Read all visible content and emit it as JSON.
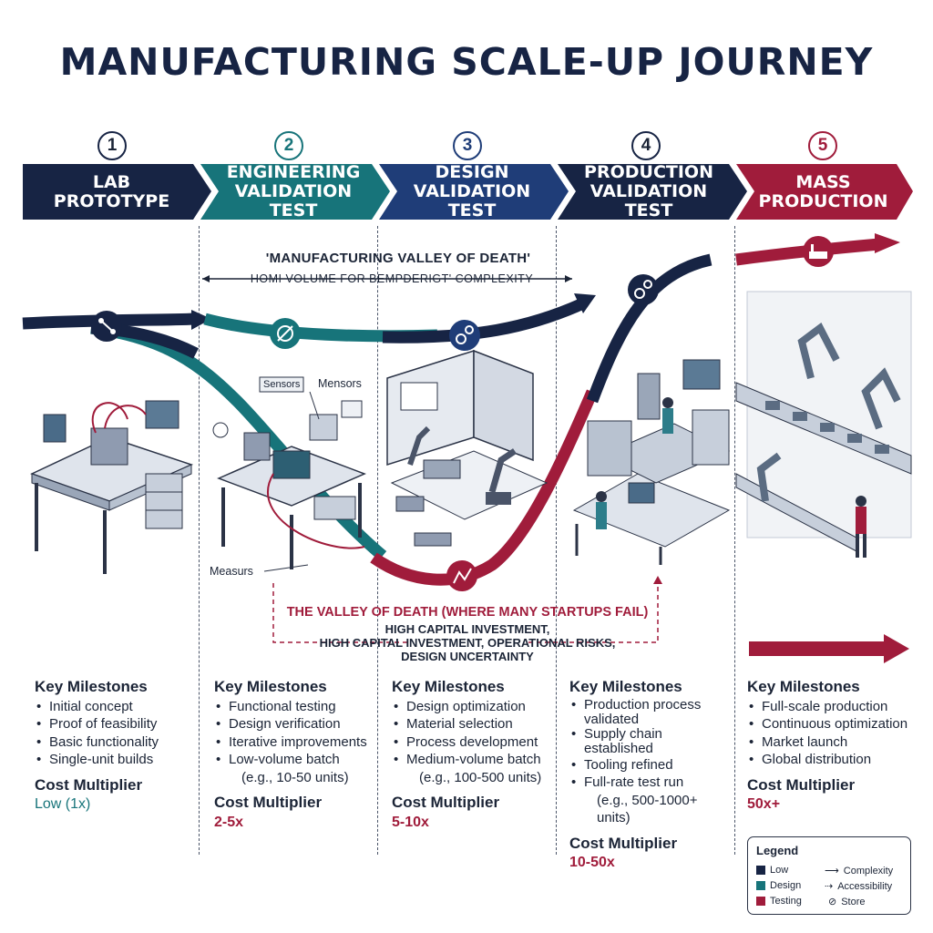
{
  "title": "MANUFACTURING SCALE-UP JOURNEY",
  "stages": [
    {
      "num": "1",
      "line1": "LAB",
      "line2": "PROTOTYPE",
      "color": "#172444"
    },
    {
      "num": "2",
      "line1": "ENGINEERING",
      "line2": "VALIDATION TEST",
      "color": "#17747a"
    },
    {
      "num": "3",
      "line1": "DESIGN",
      "line2": "VALIDATION TEST",
      "color": "#1f3d78"
    },
    {
      "num": "4",
      "line1": "PRODUCTION",
      "line2": "VALIDATION TEST",
      "color": "#172444"
    },
    {
      "num": "5",
      "line1": "MASS",
      "line2": "PRODUCTION",
      "color": "#a01c3b"
    }
  ],
  "valley": {
    "title": "'MANUFACTURING VALLEY OF DEATH'",
    "subtitle": "HOMI VOLUME FOR BEMPDERIGT' COMPLEXITY",
    "fail_title": "THE VALLEY OF DEATH (WHERE MANY STARTUPS FAIL)",
    "fail_line1": "HIGH CAPITAL INVESTMENT,",
    "fail_line2": "HIGH CAPITAL INVESTMENT, OPERATIONAL RISKS,",
    "fail_line3": "DESIGN UNCERTAINTY"
  },
  "illustration_labels": {
    "sensors": "Sensors",
    "mensors": "Mensors",
    "measurs": "Measurs"
  },
  "columns": [
    {
      "heading": "Key Milestones",
      "items": [
        "Initial concept",
        "Proof of feasibility",
        "Basic functionality",
        "Single-unit builds"
      ],
      "cost_label": "Cost Multiplier",
      "cost_value": "Low (1x)",
      "cost_color": "#17747a"
    },
    {
      "heading": "Key Milestones",
      "items": [
        "Functional testing",
        "Design verification",
        "Iterative improvements",
        "Low-volume batch"
      ],
      "sub": "(e.g., 10-50 units)",
      "cost_label": "Cost Multiplier",
      "cost_value": "2-5x",
      "cost_color": "#a01c3b"
    },
    {
      "heading": "Key Milestones",
      "items": [
        "Design optimization",
        "Material selection",
        "Process development",
        "Medium-volume batch"
      ],
      "sub": "(e.g., 100-500 units)",
      "cost_label": "Cost Multiplier",
      "cost_value": "5-10x",
      "cost_color": "#a01c3b"
    },
    {
      "heading": "Key Milestones",
      "items": [
        {
          "a": "Production process",
          "b": "validated"
        },
        {
          "a": "Supply chain",
          "b": "established"
        },
        {
          "a": "Tooling refined"
        },
        {
          "a": "Full-rate test run"
        }
      ],
      "sub": "(e.g., 500-1000+ units)",
      "cost_label": "Cost Multiplier",
      "cost_value": "10-50x",
      "cost_color": "#a01c3b"
    },
    {
      "heading": "Key Milestones",
      "items": [
        "Full-scale production",
        "Continuous optimization",
        "Market launch",
        "Global distribution"
      ],
      "cost_label": "Cost Multiplier",
      "cost_value": "50x+",
      "cost_color": "#a01c3b"
    }
  ],
  "legend": {
    "title": "Legend",
    "low": "Low",
    "design": "Design",
    "testing": "Testing",
    "complexity": "Complexity",
    "accessibility": "Accessibility",
    "store": "Store",
    "low_color": "#172444",
    "design_color": "#17747a",
    "testing_color": "#a01c3b"
  }
}
